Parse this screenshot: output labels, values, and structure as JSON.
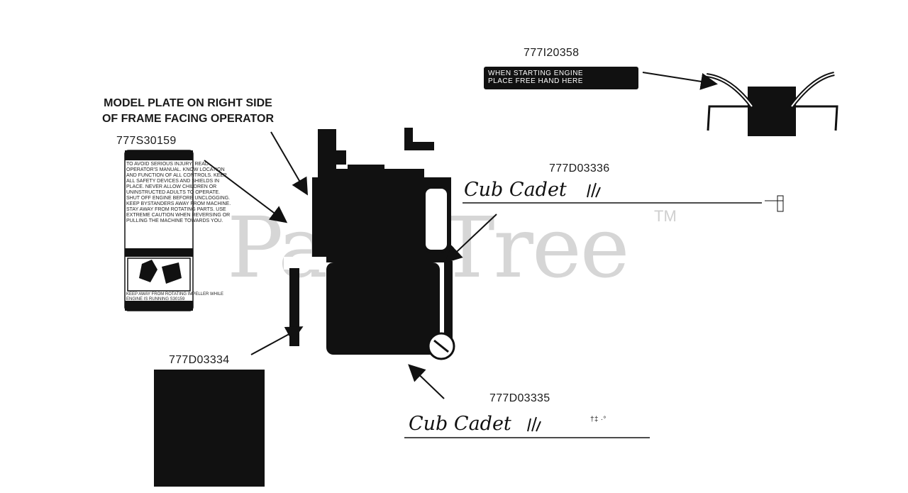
{
  "watermark": {
    "text": "PartsTree",
    "tm": "TM"
  },
  "labels": {
    "model_plate_note": "MODEL PLATE ON RIGHT SIDE\nOF FRAME FACING OPERATOR",
    "part_777S30159": "777S30159",
    "part_777I20358": "777I20358",
    "part_777D03336": "777D03336",
    "part_777D03334": "777D03334",
    "part_777D03335": "777D03335"
  },
  "decals": {
    "starting_decal": "WHEN STARTING ENGINE\nPLACE FREE HAND HERE",
    "brand_top": "Cub Cadet",
    "brand_bottom": "Cub Cadet",
    "small_mark": "†‡ ·°"
  },
  "safety_panel": {
    "text": "TO AVOID SERIOUS INJURY: READ OPERATOR'S MANUAL. KNOW LOCATION AND FUNCTION OF ALL CONTROLS. KEEP ALL SAFETY DEVICES AND SHIELDS IN PLACE. NEVER ALLOW CHILDREN OR UNINSTRUCTED ADULTS TO OPERATE. SHUT OFF ENGINE BEFORE UNCLOGGING. KEEP BYSTANDERS AWAY FROM MACHINE. STAY AWAY FROM ROTATING PARTS. USE EXTREME CAUTION WHEN REVERSING OR PULLING THE MACHINE TOWARDS YOU.",
    "footer": "KEEP AWAY FROM ROTATING IMPELLER WHILE ENGINE IS RUNNING S30159"
  },
  "colors": {
    "ink": "#111111",
    "watermark": "#d6d6d6",
    "background": "#ffffff"
  },
  "icons": [
    "warning-impeller-icon",
    "leader-arrow-icon",
    "grass-blade-logo-icon"
  ]
}
